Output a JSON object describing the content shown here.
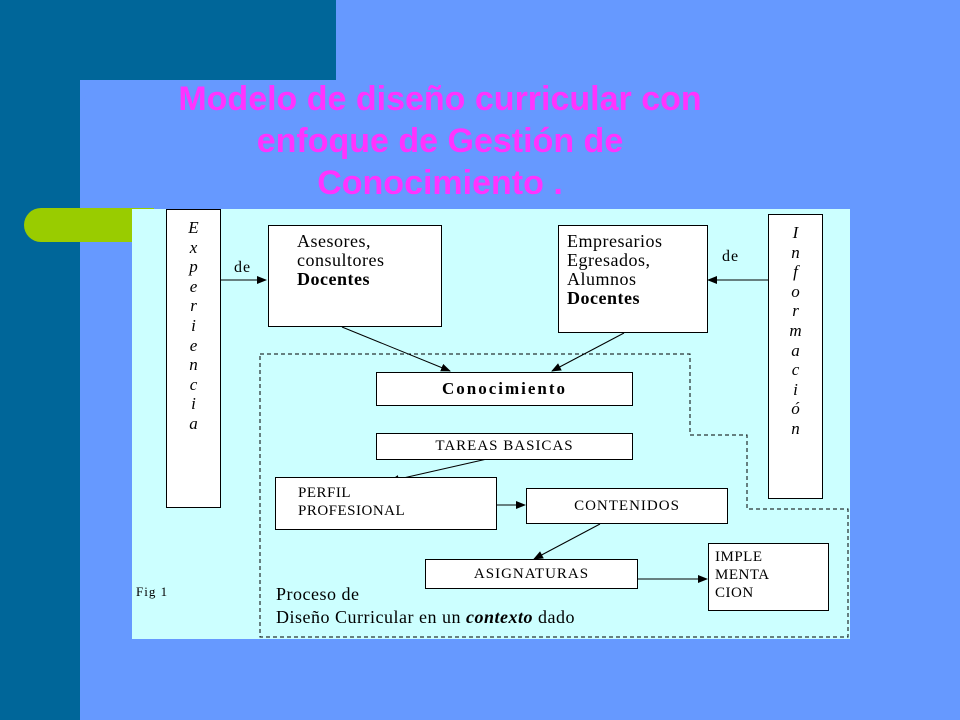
{
  "title": {
    "line1": "Modelo de diseño curricular con",
    "line2": "enfoque de Gestión de",
    "line3": "Conocimiento ."
  },
  "diagram": {
    "experiencia_letters": [
      "E",
      "x",
      "p",
      "e",
      "r",
      "i",
      "e",
      "n",
      "c",
      "i",
      "a"
    ],
    "informacion_letters": [
      "I",
      "n",
      "f",
      "o",
      "r",
      "m",
      "a",
      "c",
      "i",
      "ó",
      "n"
    ],
    "de_left": "de",
    "de_right": "de",
    "asesores": {
      "line1": "Asesores,",
      "line2": "consultores",
      "line3": "Docentes"
    },
    "empresarios": {
      "line1": "Empresarios",
      "line2": "Egresados,",
      "line3": "Alumnos",
      "line4": "Docentes"
    },
    "conocimiento": "Conocimiento",
    "tareas": "TAREAS BASICAS",
    "perfil": {
      "line1": "PERFIL",
      "line2": "PROFESIONAL"
    },
    "contenidos": "CONTENIDOS",
    "asignaturas": "ASIGNATURAS",
    "implementacion": {
      "line1": "IMPLE",
      "line2": "MENTA",
      "line3": "CION"
    },
    "fig_label": "Fig 1",
    "proceso": {
      "line1": "Proceso de",
      "line2_part1": "Diseño Curricular en un ",
      "line2_emph": "contexto",
      "line2_part3": " dado"
    }
  },
  "colors": {
    "background": "#6699ff",
    "dark_band": "#006699",
    "accent_bar": "#99cc00",
    "title": "#ff33ff",
    "panel": "#ccffff"
  }
}
